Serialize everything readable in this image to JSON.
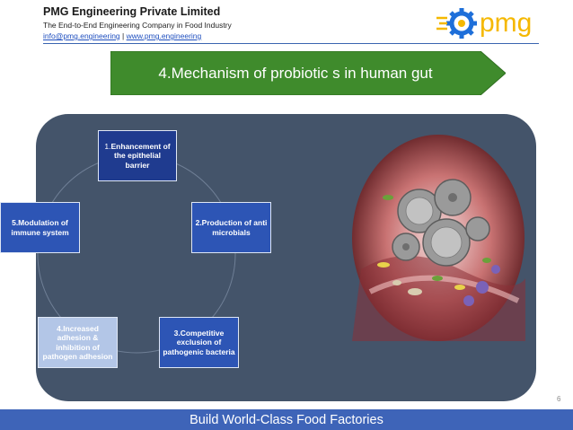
{
  "header": {
    "company": "PMG Engineering Private Limited",
    "tagline": "The End-to-End Engineering Company in Food Industry",
    "email": "info@pmg.engineering",
    "separator": "|",
    "website": "www.pmg.engineering"
  },
  "logo": {
    "text": "pmg",
    "icon": "gear-icon",
    "color_text": "#f5b800",
    "color_gear": "#1e6fd9"
  },
  "title": "4.Mechanism of probiotic s in human gut",
  "cycle": {
    "nodes": [
      {
        "number": "1.",
        "label": "Enhancement of the epithelial barrier"
      },
      {
        "label": "2.Production of anti microbials"
      },
      {
        "label": "3.Competitive exclusion of pathogenic bacteria"
      },
      {
        "label": "4.Increased adhesion & inhibition of pathogen adhesion"
      },
      {
        "label": "5.Modulation of immune system"
      }
    ]
  },
  "page_number": "6",
  "footer": "Build World-Class Food Factories",
  "colors": {
    "banner_green": "#3f8b2c",
    "panel": "#44546a",
    "footer_blue": "#3e64b8",
    "node_dark": "#1f3b8f",
    "node_blue": "#2d55b5",
    "node_light": "#b3c6e7"
  }
}
